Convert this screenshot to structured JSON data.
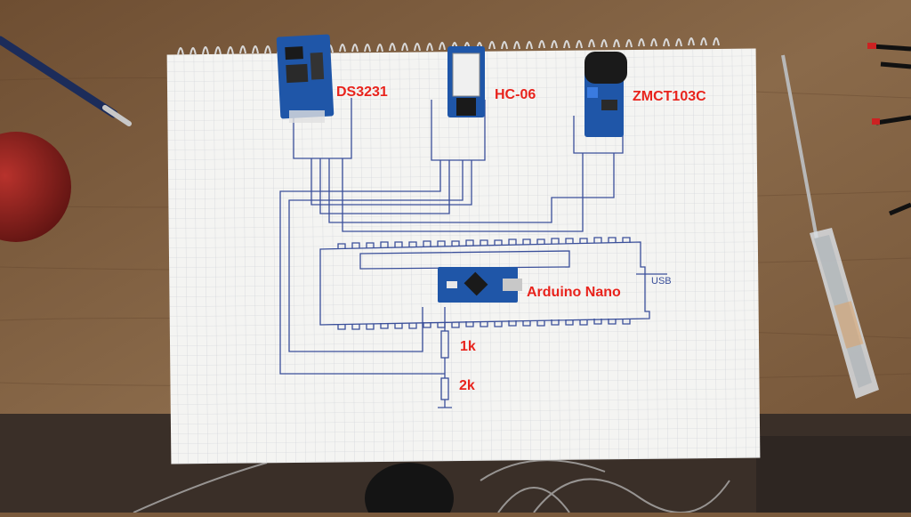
{
  "labels": {
    "ds3231": "DS3231",
    "hc06": "HC-06",
    "zmct103c": "ZMCT103C",
    "arduino_nano": "Arduino Nano",
    "resistor_1k": "1k",
    "resistor_2k": "2k",
    "usb_note": "USB"
  },
  "colors": {
    "label_red": "#e8231c",
    "ink_blue": "#3a4f9a",
    "paper": "#f4f4f2",
    "wood": "#8a6a4a",
    "board_blue": "#1f56a8"
  }
}
